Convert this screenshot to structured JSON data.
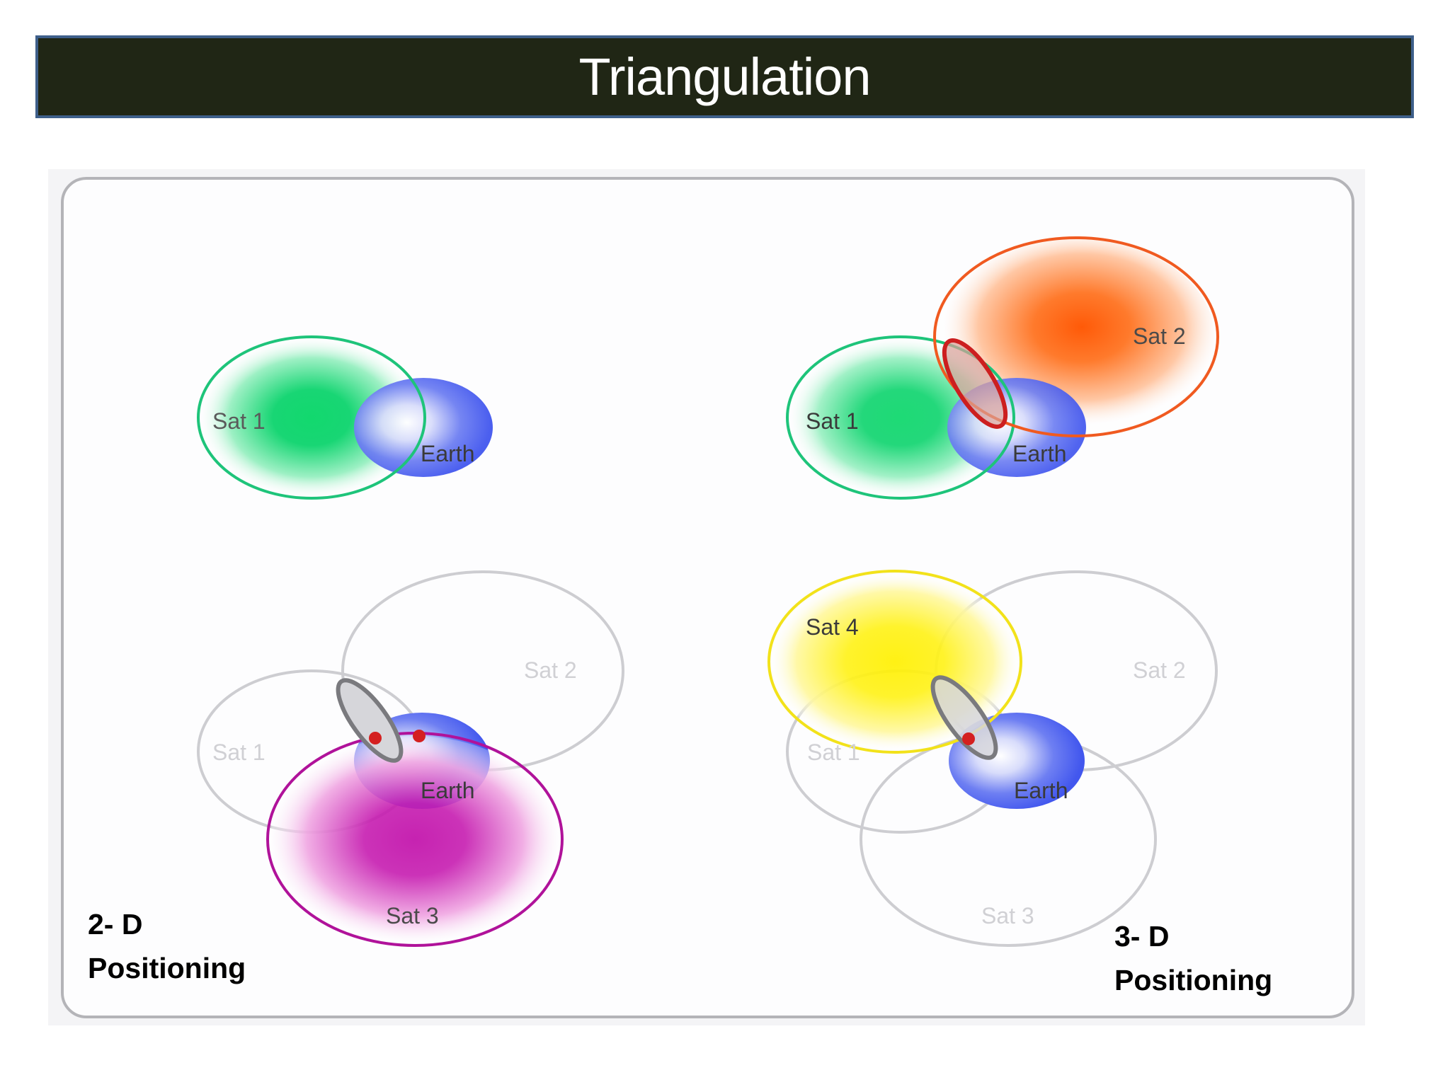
{
  "title": "Triangulation",
  "panels": {
    "top_left": {
      "sat1": "Sat 1",
      "earth": "Earth"
    },
    "top_right": {
      "sat1": "Sat 1",
      "sat2": "Sat 2",
      "earth": "Earth"
    },
    "bottom_left": {
      "sat1": "Sat 1",
      "sat2": "Sat 2",
      "sat3": "Sat 3",
      "earth": "Earth"
    },
    "bottom_right": {
      "sat1": "Sat 1",
      "sat2": "Sat 2",
      "sat3": "Sat 3",
      "sat4": "Sat 4",
      "earth": "Earth"
    }
  },
  "labels": {
    "two_d": {
      "line1": "2- D",
      "line2": "Positioning"
    },
    "three_d": {
      "line1": "3- D",
      "line2": "Positioning"
    }
  },
  "colors": {
    "title_bg": "#202615",
    "title_border": "#3e5f8a",
    "sat1_green": "#1ec47a",
    "sat2_orange": "#f05a20",
    "sat3_magenta": "#b0129a",
    "sat4_yellow": "#f2e21a",
    "earth_blue": "#4a5df0",
    "intersection_red": "#cc1f1f",
    "faded_gray": "#c8c8cc"
  }
}
